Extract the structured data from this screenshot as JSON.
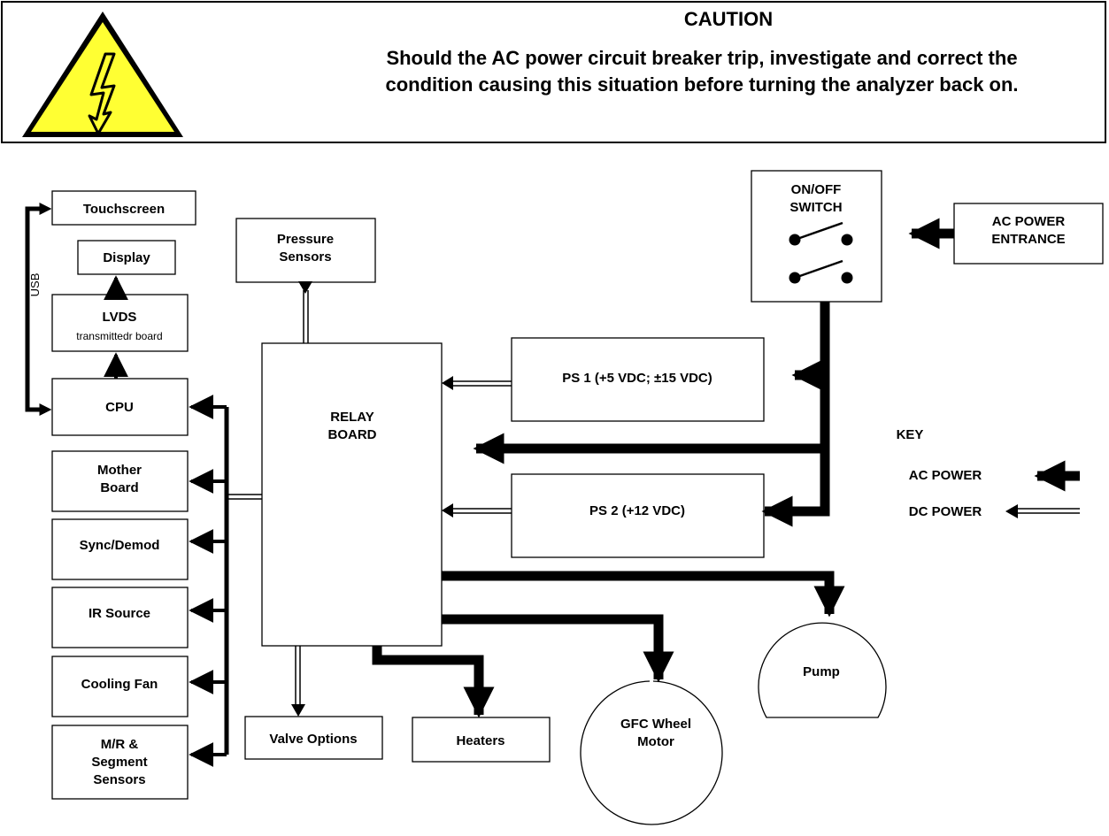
{
  "caution": {
    "title": "CAUTION",
    "line1": "Should the AC power circuit breaker trip, investigate and correct the",
    "line2": "condition causing this situation before turning the analyzer back on."
  },
  "icons": {
    "warning": "high-voltage-warning-icon"
  },
  "blocks": {
    "touchscreen": "Touchscreen",
    "display": "Display",
    "usb": "USB",
    "lvds_title": "LVDS",
    "lvds_sub": "transmittedr board",
    "cpu": "CPU",
    "mother_line1": "Mother",
    "mother_line2": "Board",
    "sync_demod": "Sync/Demod",
    "ir_source": "IR Source",
    "cooling_fan": "Cooling Fan",
    "mr_line1": "M/R &",
    "mr_line2": "Segment",
    "mr_line3": "Sensors",
    "pressure_line1": "Pressure",
    "pressure_line2": "Sensors",
    "relay_line1": "RELAY",
    "relay_line2": "BOARD",
    "ps1": "PS 1 (+5 VDC; ±15 VDC)",
    "ps2": "PS 2 (+12 VDC)",
    "switch_line1": "ON/OFF",
    "switch_line2": "SWITCH",
    "ac_line1": "AC POWER",
    "ac_line2": "ENTRANCE",
    "valve_options": "Valve Options",
    "heaters": "Heaters",
    "gfc_line1": "GFC  Wheel",
    "gfc_line2": "Motor",
    "pump": "Pump"
  },
  "key": {
    "title": "KEY",
    "ac_power": "AC POWER",
    "dc_power": "DC POWER"
  }
}
